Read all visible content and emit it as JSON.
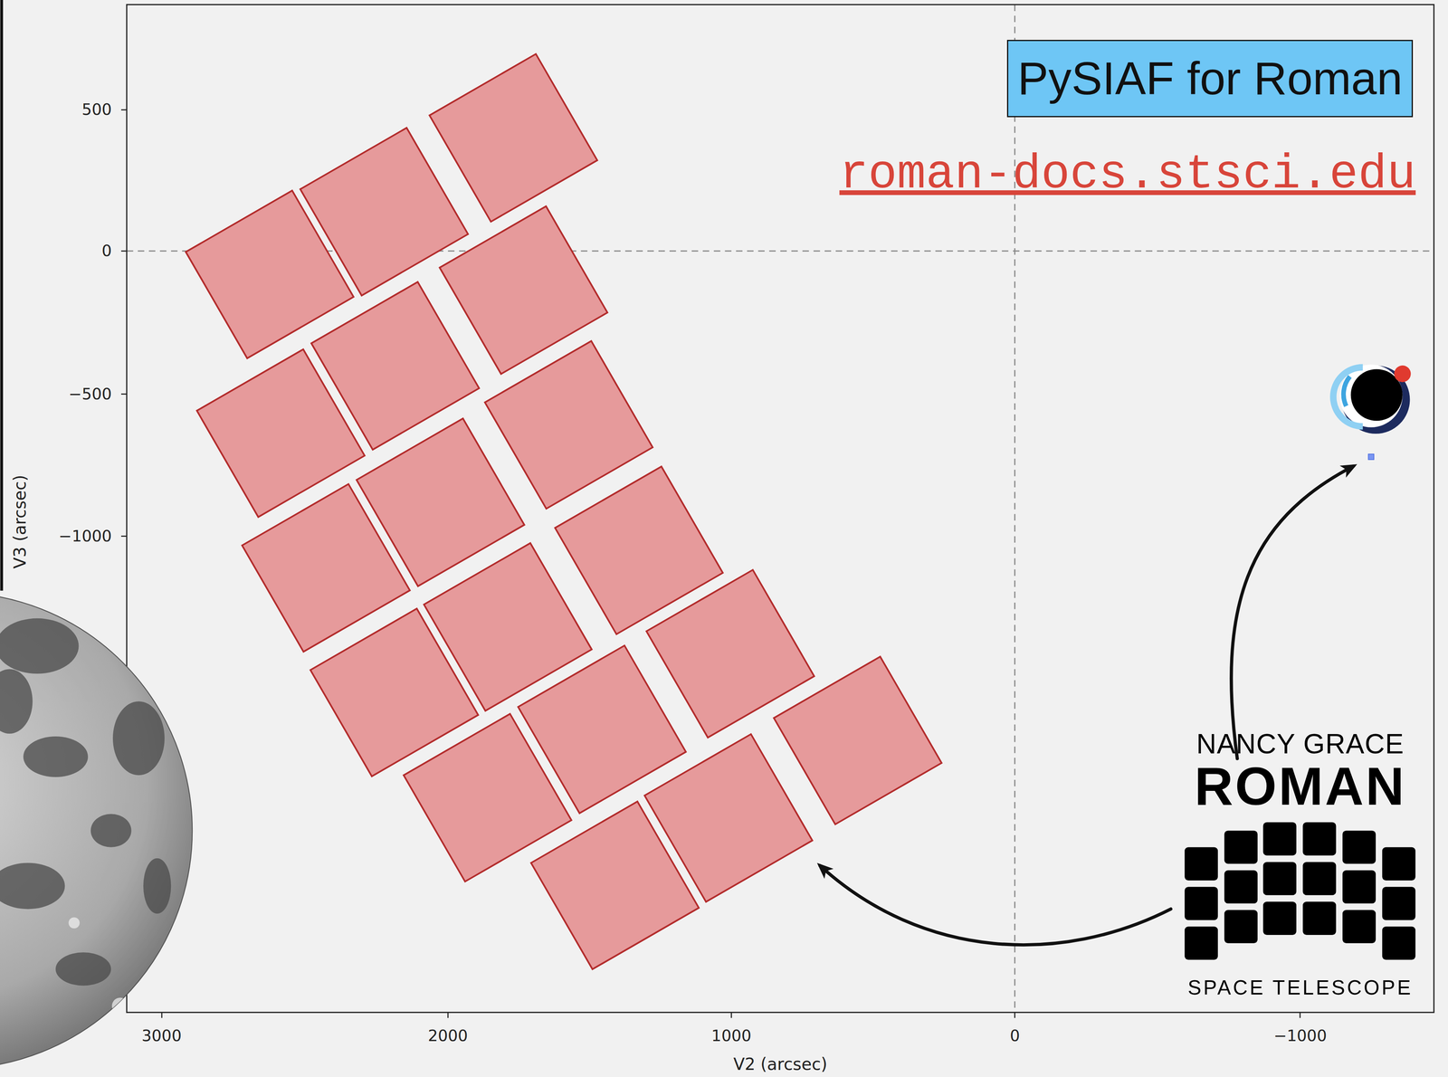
{
  "diagram": {
    "nodes": [
      {
        "text": [
          "PySIAF for Roman"
        ]
      }
    ],
    "labels": [
      "roman-docs.stsci.edu",
      "500",
      "0",
      "−500",
      "−1000",
      "V3 (arcsec)",
      "3000",
      "2000",
      "1000",
      "0",
      "−1000",
      "V2 (arcsec)",
      "NANCY GRACE",
      "ROMAN",
      "SPACE TELESCOPE"
    ]
  }
}
